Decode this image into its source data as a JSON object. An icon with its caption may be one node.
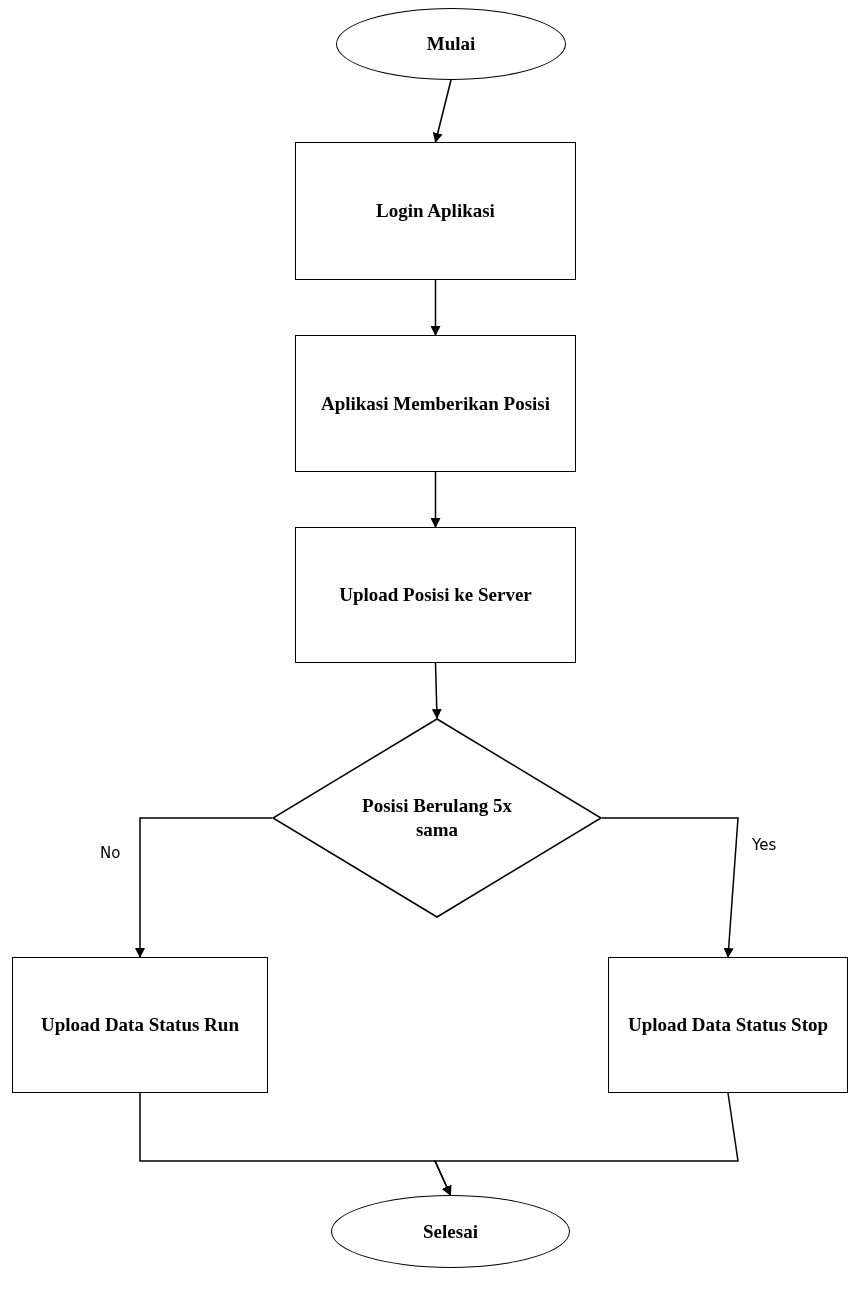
{
  "diagram": {
    "nodes": [
      {
        "text": [
          "Mulai"
        ]
      },
      {
        "text": [
          "Login Aplikasi"
        ]
      },
      {
        "text": [
          "Aplikasi Memberikan Posisi"
        ]
      },
      {
        "text": [
          "Upload Posisi ke Server"
        ]
      },
      {
        "text": [
          "Posisi Berulang 5x sama"
        ]
      },
      {
        "text": [
          "Upload Data Status Run"
        ]
      },
      {
        "text": [
          "Upload Data Status Stop"
        ]
      },
      {
        "text": [
          "Selesai"
        ]
      }
    ],
    "edges": [
      {
        "from": 0,
        "to": 1,
        "arrow": "to"
      },
      {
        "from": 1,
        "to": 2,
        "arrow": "to"
      },
      {
        "from": 2,
        "to": 3,
        "arrow": "to"
      },
      {
        "from": 3,
        "to": 4,
        "arrow": "to"
      },
      {
        "from": 4,
        "to": 5,
        "arrow": "to",
        "label": "No"
      },
      {
        "from": 4,
        "to": 6,
        "arrow": "to",
        "label": "Yes"
      },
      {
        "from": 5,
        "to": 7,
        "arrow": "to"
      },
      {
        "from": 6,
        "to": 7,
        "arrow": "to"
      }
    ]
  }
}
